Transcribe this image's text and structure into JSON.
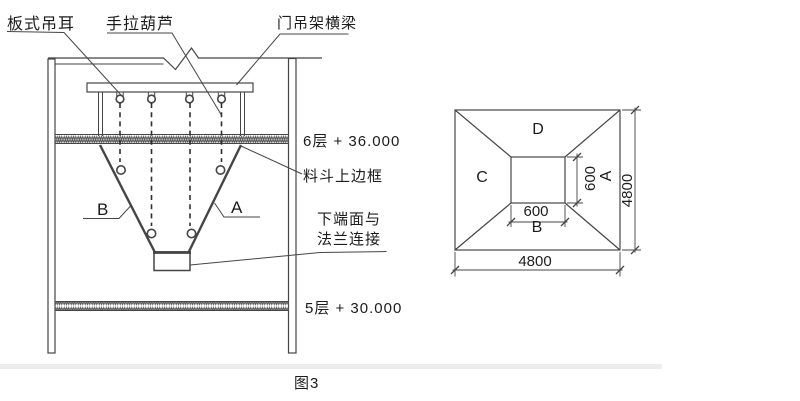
{
  "caption": "图3",
  "elevation": {
    "plate_lug": "板式吊耳",
    "chain_hoist": "手拉葫芦",
    "gantry_beam": "门吊架横梁",
    "floor6": "6层 + 36.000",
    "hopper_top_frame": "料斗上边框",
    "flange_note_line1": "下端面与",
    "flange_note_line2": "法兰连接",
    "floor5": "5层 + 30.000",
    "side_b": "B",
    "side_a": "A"
  },
  "plan": {
    "side_d": "D",
    "side_c": "C",
    "side_b": "B",
    "side_a": "A",
    "dim_opening_width": "600",
    "dim_opening_height": "600",
    "dim_width": "4800",
    "dim_height": "4800"
  },
  "colors": {
    "line": "#454545",
    "text": "#1c1c1c",
    "band": "#ededed"
  }
}
